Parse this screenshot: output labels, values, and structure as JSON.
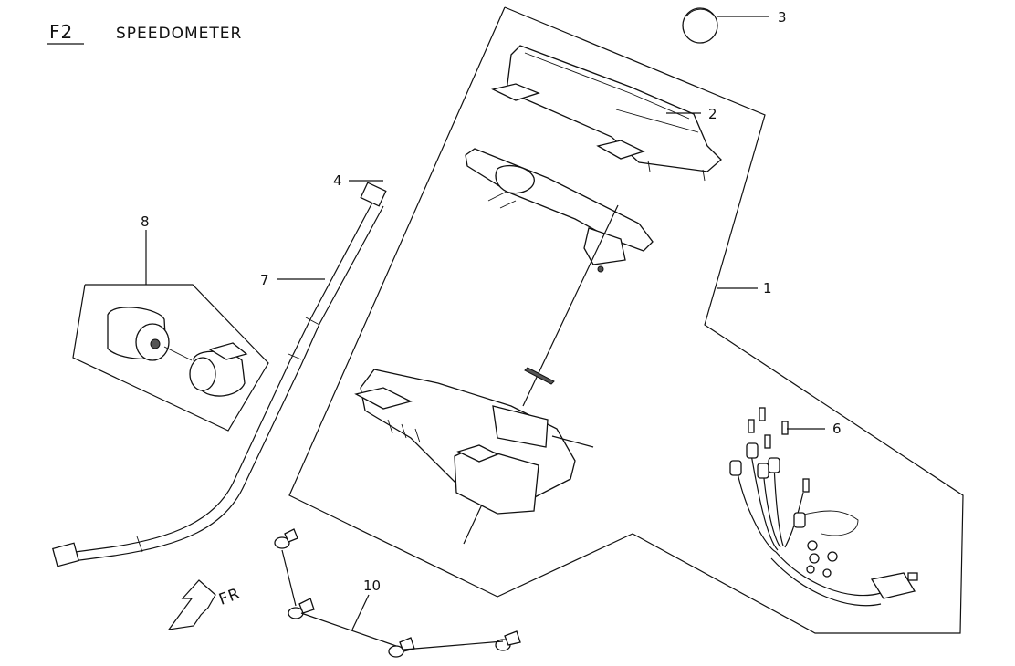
{
  "header": {
    "code": "F2",
    "title": "SPEEDOMETER"
  },
  "direction_label": "FR",
  "callouts": [
    {
      "id": "1",
      "label": "1"
    },
    {
      "id": "2",
      "label": "2"
    },
    {
      "id": "3",
      "label": "3"
    },
    {
      "id": "4",
      "label": "4"
    },
    {
      "id": "6",
      "label": "6"
    },
    {
      "id": "7",
      "label": "7"
    },
    {
      "id": "8",
      "label": "8"
    },
    {
      "id": "10",
      "label": "10"
    }
  ]
}
